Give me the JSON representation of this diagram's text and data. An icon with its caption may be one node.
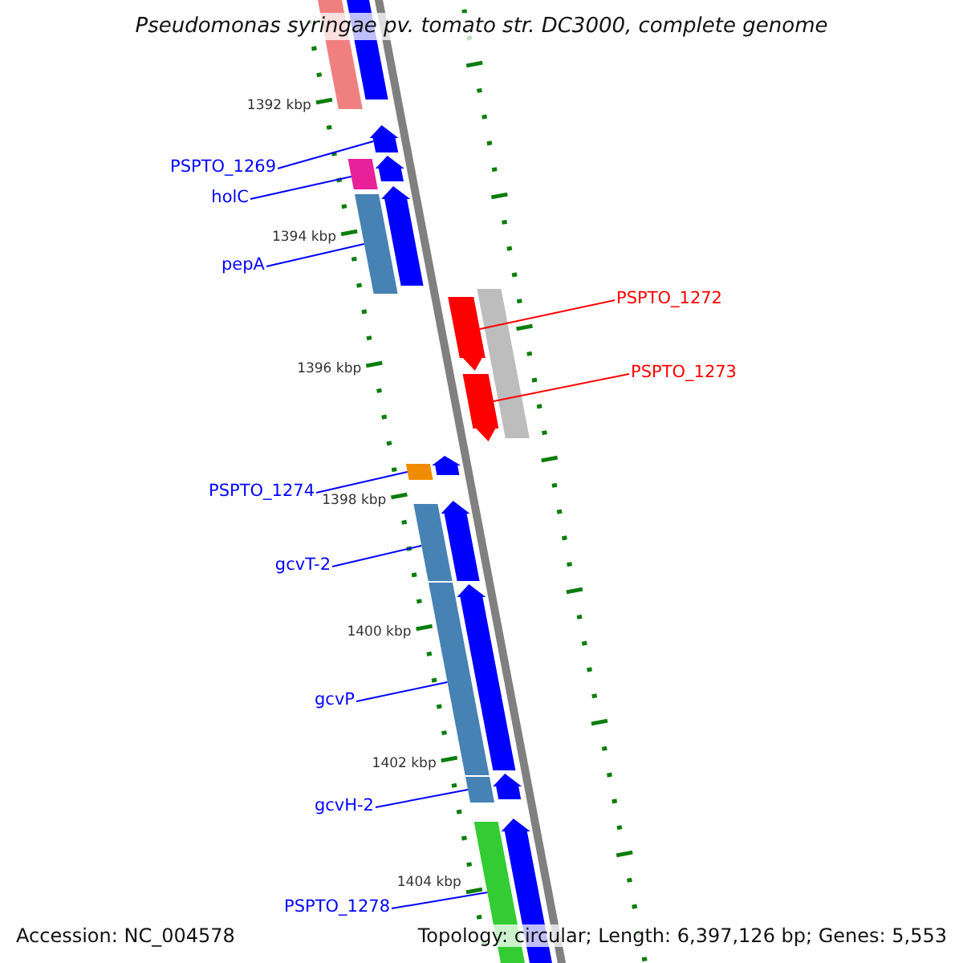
{
  "diagram": {
    "title": "Pseudomonas syringae pv. tomato str. DC3000, complete genome",
    "nodes": [
      {
        "text": [
          "PSPTO_1269"
        ]
      },
      {
        "text": [
          "holC"
        ]
      },
      {
        "text": [
          "pepA"
        ]
      },
      {
        "text": [
          "PSPTO_1272"
        ]
      },
      {
        "text": [
          "PSPTO_1273"
        ]
      },
      {
        "text": [
          "PSPTO_1274"
        ]
      },
      {
        "text": [
          "gcvT-2"
        ]
      },
      {
        "text": [
          "gcvP"
        ]
      },
      {
        "text": [
          "gcvH-2"
        ]
      },
      {
        "text": [
          "PSPTO_1278"
        ]
      },
      {
        "text": [],
        "shape": "bar"
      },
      {
        "text": [],
        "shape": "bar"
      },
      {
        "text": [],
        "shape": "arrow"
      },
      {
        "text": [],
        "shape": "arrow"
      },
      {
        "text": [],
        "shape": "bar"
      },
      {
        "text": [],
        "shape": "arrow"
      },
      {
        "text": [],
        "shape": "bar"
      },
      {
        "text": [],
        "shape": "bar"
      },
      {
        "text": [],
        "shape": "arrow"
      },
      {
        "text": [],
        "shape": "arrow"
      },
      {
        "text": [],
        "shape": "arrow"
      },
      {
        "text": [],
        "shape": "bar"
      },
      {
        "text": [],
        "shape": "arrow"
      },
      {
        "text": [],
        "shape": "bar"
      },
      {
        "text": [],
        "shape": "bar"
      },
      {
        "text": [],
        "shape": "arrow"
      },
      {
        "text": [],
        "shape": "arrow"
      },
      {
        "text": [],
        "shape": "bar"
      },
      {
        "text": [],
        "shape": "arrow"
      },
      {
        "text": [],
        "shape": "bar"
      }
    ],
    "edges": [
      {
        "from": 0,
        "to": 12,
        "arrow": "none"
      },
      {
        "from": 1,
        "to": 14,
        "arrow": "none"
      },
      {
        "from": 2,
        "to": 16,
        "arrow": "none"
      },
      {
        "from": 3,
        "to": 18,
        "arrow": "none",
        "color": "#ff0000"
      },
      {
        "from": 4,
        "to": 19,
        "arrow": "none",
        "color": "#ff0000"
      },
      {
        "from": 5,
        "to": 21,
        "arrow": "none"
      },
      {
        "from": 6,
        "to": 23,
        "arrow": "none"
      },
      {
        "from": 7,
        "to": 24,
        "arrow": "none"
      },
      {
        "from": 8,
        "to": 27,
        "arrow": "none"
      },
      {
        "from": 9,
        "to": 29,
        "arrow": "none"
      }
    ],
    "labels": [
      "1392 kbp",
      "1394 kbp",
      "1396 kbp",
      "1398 kbp",
      "1400 kbp",
      "1402 kbp",
      "1404 kbp",
      "Accession: NC_004578",
      "Topology: circular; Length: 6,397,126 bp; Genes: 5,553"
    ]
  }
}
